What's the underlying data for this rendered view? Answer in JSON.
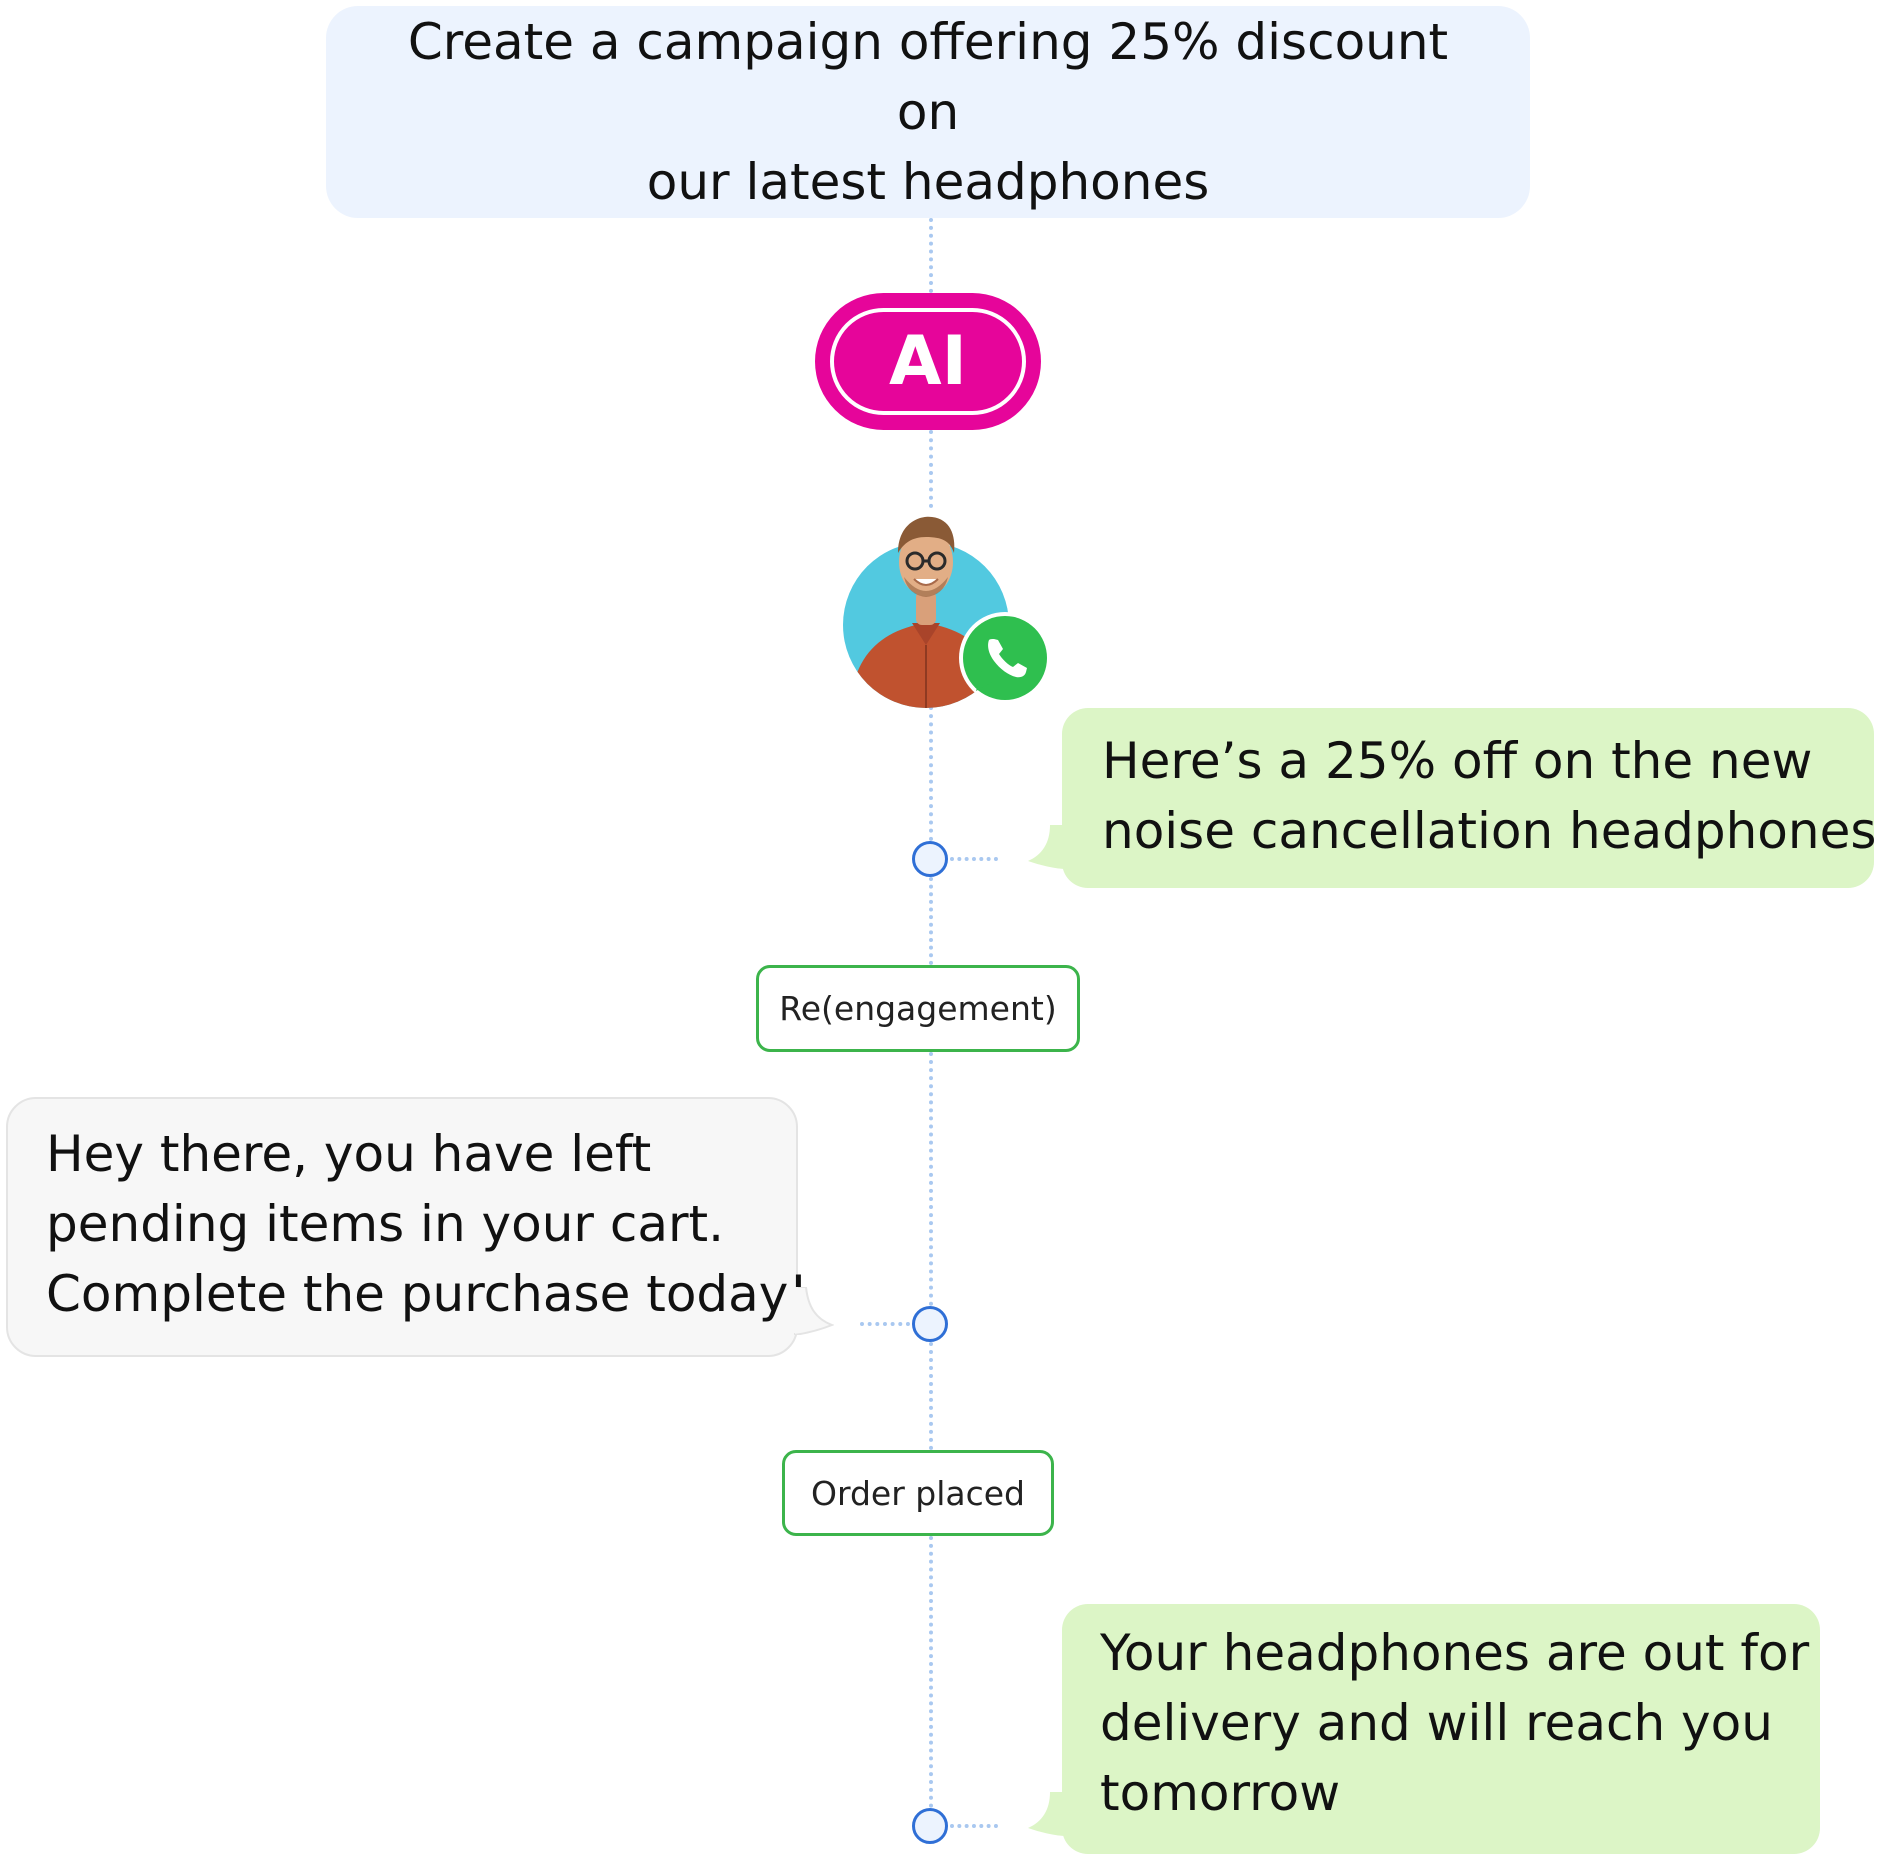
{
  "prompt": {
    "line1": "Create a campaign offering 25% discount on",
    "line2": "our latest headphones"
  },
  "ai_badge": {
    "label": "AI",
    "color": "#e6059a"
  },
  "messages": {
    "offer": {
      "line1": "Here’s a 25% off on the new",
      "line2": "noise cancellation headphones"
    },
    "reminder": {
      "line1": "Hey there, you have left",
      "line2": "pending items in your cart.",
      "line3": "Complete the purchase today!"
    },
    "delivery": {
      "line1": "Your headphones are out for",
      "line2": "delivery and will reach you",
      "line3": "tomorrow"
    }
  },
  "status_tags": {
    "reengagement": "Re(engagement)",
    "order_placed": "Order placed"
  },
  "colors": {
    "prompt_bg": "#ecf3fe",
    "bubble_green": "#dcf5c6",
    "bubble_grey": "#f7f7f7",
    "tag_border": "#3cb44b",
    "connector": "#a9c8f0",
    "node_border": "#2f6fd6",
    "whatsapp_green": "#2fbf4f"
  },
  "icons": {
    "avatar": "user-avatar",
    "channel": "whatsapp-icon"
  }
}
